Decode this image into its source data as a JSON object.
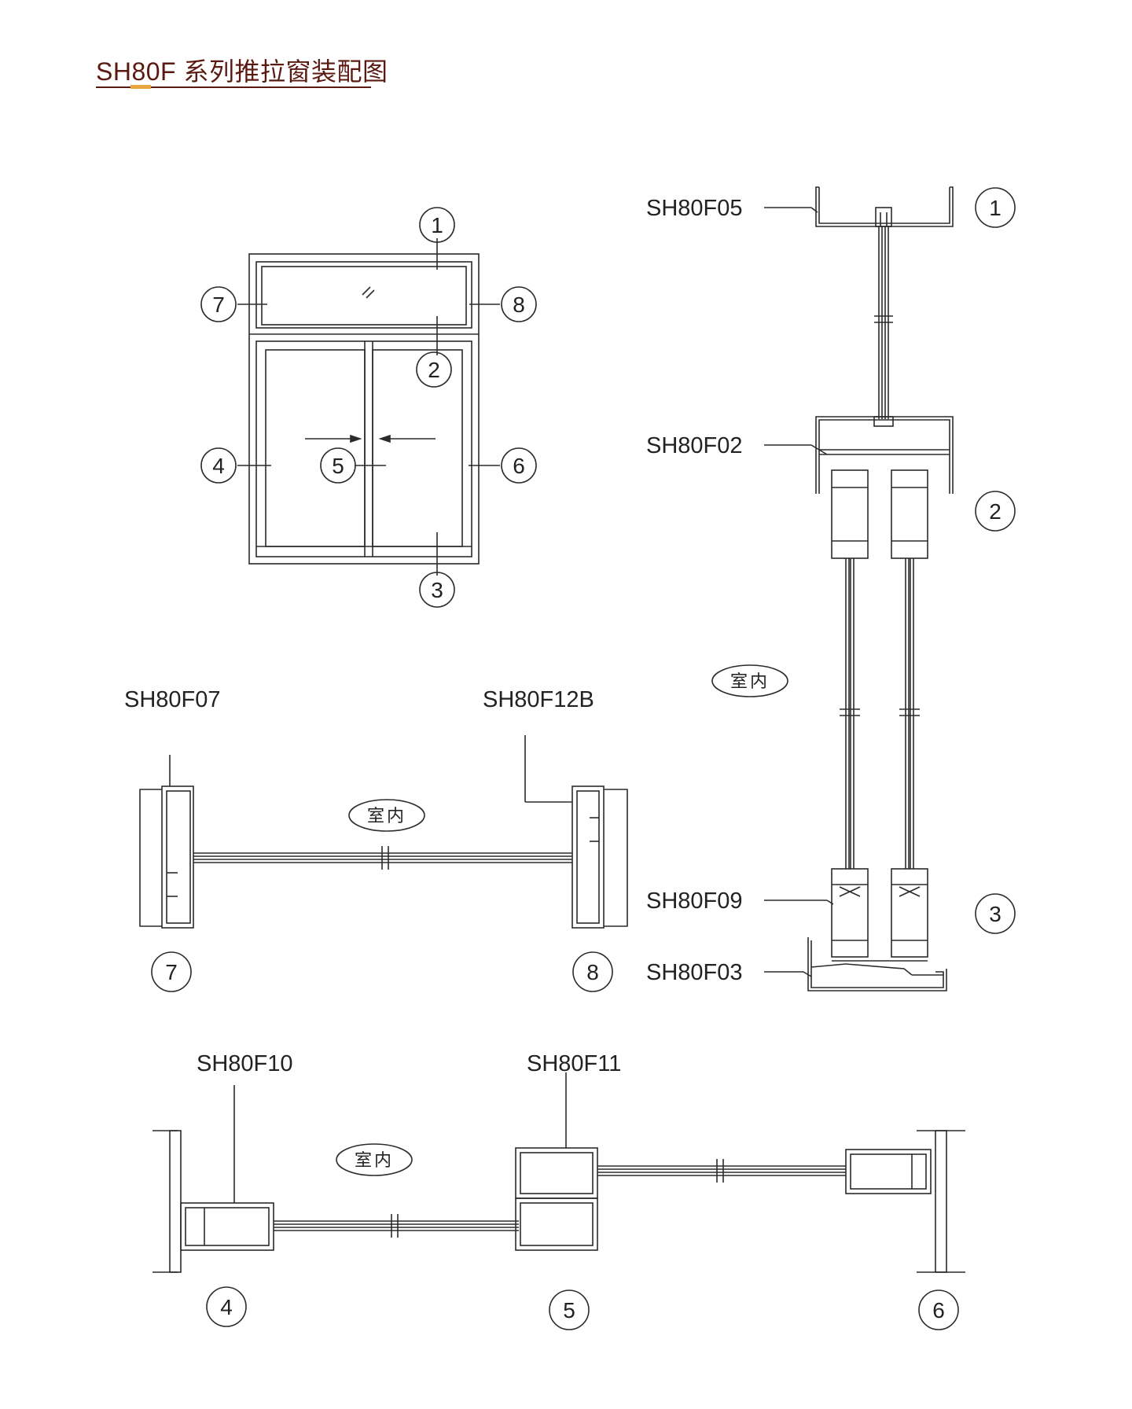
{
  "title": "SH80F 系列推拉窗装配图",
  "interior_label": "室内",
  "section_numbers": [
    "1",
    "2",
    "3",
    "4",
    "5",
    "6",
    "7",
    "8"
  ],
  "parts": {
    "f05": "SH80F05",
    "f02": "SH80F02",
    "f09": "SH80F09",
    "f03": "SH80F03",
    "f07": "SH80F07",
    "f12b": "SH80F12B",
    "f10": "SH80F10",
    "f11": "SH80F11"
  },
  "colors": {
    "title": "#5a1a12",
    "accent": "#e8a640",
    "line": "#2b2b2b"
  }
}
